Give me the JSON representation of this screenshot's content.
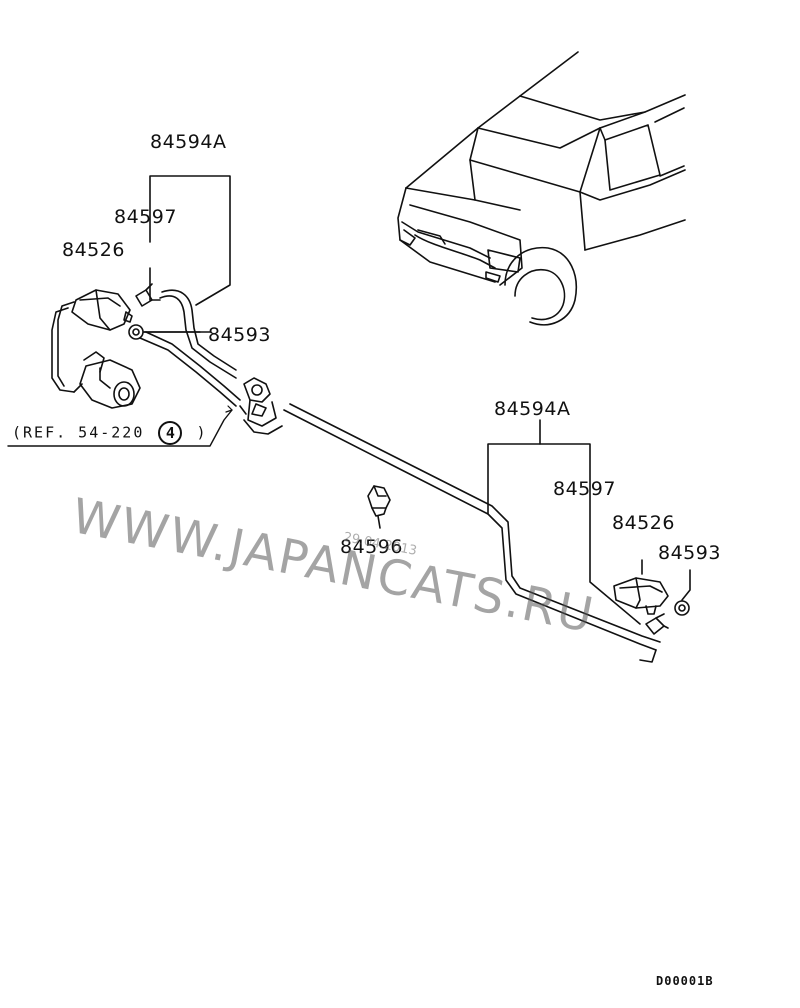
{
  "labels": {
    "upper_hose_assy": "84594A",
    "upper_clip": "84597",
    "upper_nozzle": "84526",
    "upper_nut": "84593",
    "lower_hose_assy": "84594A",
    "lower_clip": "84597",
    "lower_nozzle": "84526",
    "lower_nut": "84593",
    "hose_clamp": "84596"
  },
  "reference": {
    "prefix": "(REF. 54-220",
    "circled_number": "4",
    "suffix": ")"
  },
  "watermark": {
    "text": "WWW.JAPANCATS.RU",
    "date": "29.04.2013"
  },
  "diagram_code": "D00001B"
}
